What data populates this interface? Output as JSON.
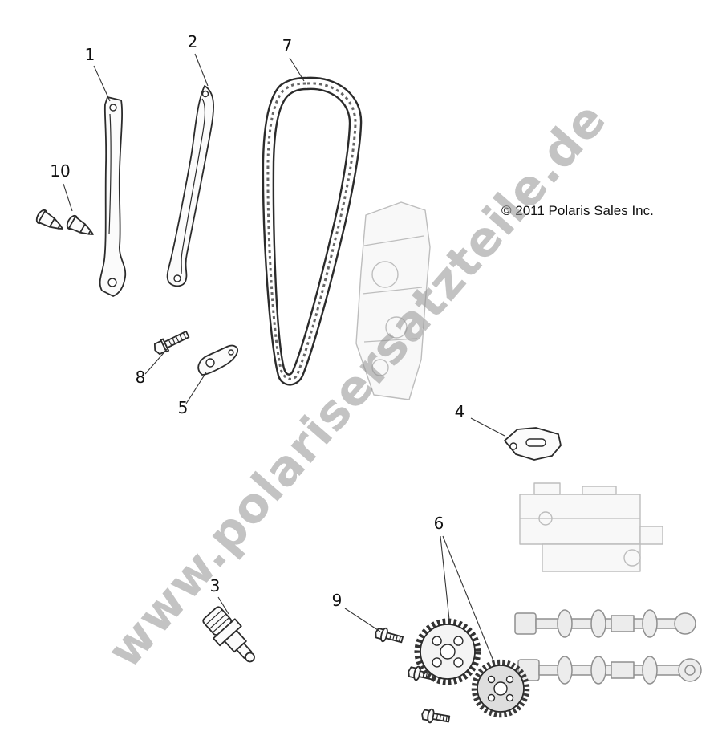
{
  "watermark": {
    "text": "www.polarisersatzteile.de",
    "color": "#919191"
  },
  "copyright": {
    "text": "© 2011 Polaris Sales Inc."
  },
  "callouts": [
    {
      "label": "1"
    },
    {
      "label": "2"
    },
    {
      "label": "3"
    },
    {
      "label": "4"
    },
    {
      "label": "5"
    },
    {
      "label": "6"
    },
    {
      "label": "7"
    },
    {
      "label": "8"
    },
    {
      "label": "9"
    },
    {
      "label": "10"
    }
  ],
  "diagram": {
    "type": "exploded-parts-diagram",
    "line_color": "#2b2b2b",
    "reference_color": "#bdbdbd",
    "background": "#ffffff"
  }
}
